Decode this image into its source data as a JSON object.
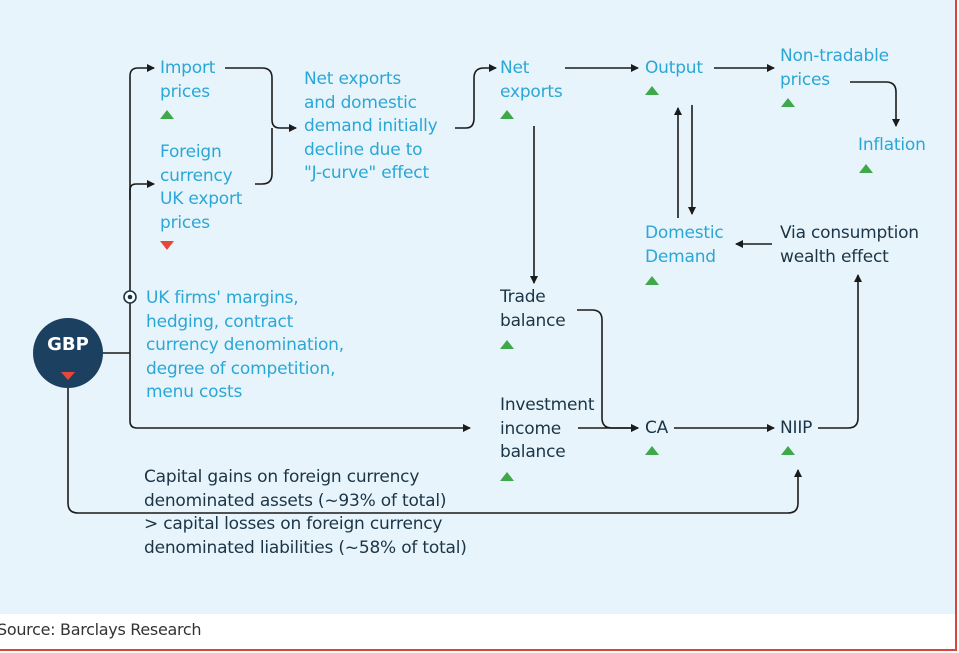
{
  "nodes": {
    "gbp": "GBP",
    "import_prices": "Import\nprices",
    "foreign_currency_export": "Foreign\ncurrency\nUK export\nprices",
    "net_exports_decline": "Net exports\nand domestic\ndemand initially\ndecline due to\n\"J-curve\" effect",
    "net_exports": "Net\nexports",
    "output": "Output",
    "non_tradable_prices": "Non-tradable\nprices",
    "inflation": "Inflation",
    "domestic_demand": "Domestic\nDemand",
    "consumption_wealth": "Via consumption\nwealth effect",
    "uk_firms_margins": "UK firms' margins,\nhedging, contract\ncurrency denomination,\ndegree of competition,\nmenu costs",
    "trade_balance": "Trade\nbalance",
    "investment_income": "Investment\nincome\nbalance",
    "ca": "CA",
    "niip": "NIIP",
    "capital_gains": "Capital gains on foreign currency\ndenominated assets (~93% of total)\n> capital losses on foreign currency\ndenominated liabilities (~58% of total)"
  },
  "indicators": {
    "gbp": "down",
    "import_prices": "up",
    "foreign_currency_export": "down",
    "net_exports": "up",
    "output": "up",
    "non_tradable_prices": "up",
    "inflation": "up",
    "domestic_demand": "up",
    "trade_balance": "up",
    "investment_income": "up",
    "ca": "up",
    "niip": "up"
  },
  "colors": {
    "background": "#e8f4fb",
    "blue_text": "#2aa7d6",
    "dark_text": "#1b3547",
    "up_arrow": "#3fa84a",
    "down_arrow": "#e8463a",
    "gbp_circle": "#1b4060"
  },
  "source": "Source: Barclays Research"
}
